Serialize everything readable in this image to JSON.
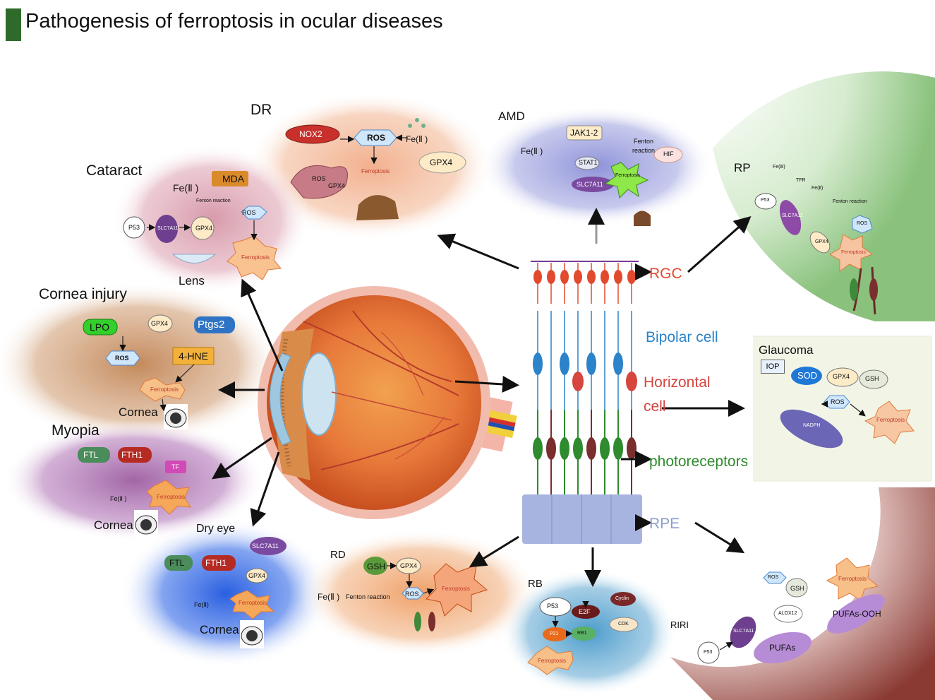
{
  "title": "Pathogenesis of  ferroptosis in ocular diseases",
  "colors": {
    "title_bar": "#2e6b2a",
    "rgc": "#e24a2d",
    "bipolar": "#2b83c9",
    "horizontal": "#d7453f",
    "photoreceptors": "#2e8b2e",
    "rpe": "#8e9ccc"
  },
  "retina": {
    "rgc": "RGC",
    "bipolar": "Bipolar cell",
    "horizontal_1": "Horizontal",
    "horizontal_2": "cell",
    "photoreceptors": "photoreceptors",
    "rpe": "RPE"
  },
  "dr": {
    "label": "DR",
    "nox2": "NOX2",
    "ros": "ROS",
    "fe": "Fe(Ⅱ )",
    "ferroptosis": "Ferroptosis",
    "gpx4": "GPX4",
    "ros_small": "ROS",
    "gpx4_small": "GPX4"
  },
  "amd": {
    "label": "AMD",
    "fe": "Fe(Ⅱ )",
    "jak": "JAK1-2",
    "stat": "STAT1",
    "slc": "SLC7A11",
    "fenton_1": "Fenton",
    "fenton_2": "reaction",
    "hif": "HIF",
    "ferroptosis": "Ferroptosis"
  },
  "rp": {
    "label": "RP",
    "fe3": "Fe(Ⅲ)",
    "tfr": "TFR",
    "fe2": "Fe(Ⅱ)",
    "fenton": "Fenton reaction",
    "p53": "P53",
    "slc": "SLC7A11",
    "ros": "ROS",
    "gpx4": "GPX4",
    "ferroptosis": "Ferroptosis"
  },
  "cataract": {
    "label": "Cataract",
    "fe": "Fe(Ⅱ )",
    "mda": "MDA",
    "fenton": "Fenton reaction",
    "ros": "ROS",
    "p53": "P53",
    "slc": "SLC7A11",
    "gpx4": "GPX4",
    "ferroptosis": "Ferroptosis",
    "lens": "Lens"
  },
  "cornea_injury": {
    "label": "Cornea injury",
    "lpo": "LPO",
    "gpx4": "GPX4",
    "ptgs2": "Ptgs2",
    "ros": "ROS",
    "hne": "4-HNE",
    "ferroptosis": "Ferroptosis",
    "cornea": "Cornea"
  },
  "myopia": {
    "label": "Myopia",
    "ftl": "FTL",
    "fth1": "FTH1",
    "tf": "TF",
    "fe": "Fe(Ⅱ )",
    "ferroptosis": "Ferroptosis",
    "cornea": "Cornea"
  },
  "dry_eye": {
    "label": "Dry eye",
    "ftl": "FTL",
    "fth1": "FTH1",
    "slc": "SLC7A11",
    "gpx4": "GPX4",
    "fe": "Fe(Ⅱ)",
    "ferroptosis": "Ferroptosis",
    "cornea": "Cornea"
  },
  "rd": {
    "label": "RD",
    "gsh": "GSH",
    "gpx4": "GPX4",
    "fe": "Fe(Ⅱ )",
    "fenton": "Fenton reaction",
    "ros": "ROS",
    "ferroptosis": "Ferroptosis"
  },
  "rb": {
    "label": "RB",
    "p53": "P53",
    "e2f": "E2F",
    "cyclin": "Cyclin",
    "cdk": "CDK",
    "p21": "P21",
    "rb1": "RB1",
    "ferroptosis": "Ferroptosis"
  },
  "glaucoma": {
    "label": "Glaucoma",
    "iop": "IOP",
    "sod": "SOD",
    "gpx4": "GPX4",
    "gsh": "GSH",
    "ros": "ROS",
    "nadph": "NADPH",
    "ferroptosis": "Ferroptosis"
  },
  "riri": {
    "label": "RIRI",
    "ros": "ROS",
    "gsh": "GSH",
    "alox": "ALOX12",
    "ferroptosis": "Ferroptosis",
    "pufas_ooh": "PUFAs-OOH",
    "p53": "P53",
    "slc": "SLC7A11",
    "pufas": "PUFAs"
  }
}
